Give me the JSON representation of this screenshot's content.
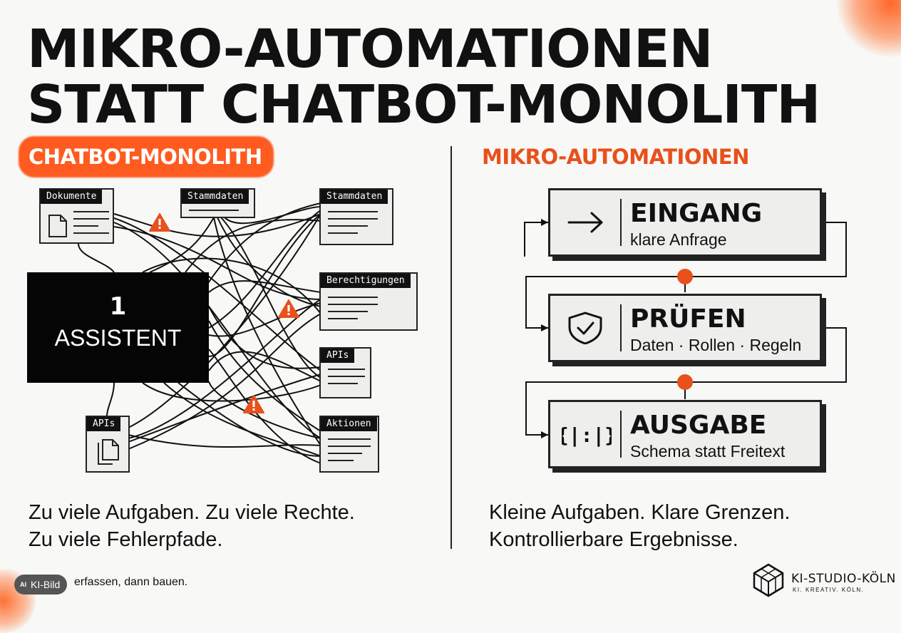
{
  "title": {
    "line1": "MIKRO-AUTOMATIONEN",
    "line2": "STATT CHATBOT-MONOLITH"
  },
  "colors": {
    "accent": "#e8501c",
    "ink": "#111111",
    "panel": "#eeeeec"
  },
  "left": {
    "heading": "CHATBOT-MONOLITH",
    "assistant": {
      "number": "1",
      "label": "ASSISTENT"
    },
    "nodes": [
      {
        "id": "dokumente",
        "label": "Dokumente",
        "icon": "document-icon"
      },
      {
        "id": "stammdaten-top",
        "label": "Stammdaten"
      },
      {
        "id": "stammdaten-right",
        "label": "Stammdaten"
      },
      {
        "id": "berechtigungen",
        "label": "Berechtigungen"
      },
      {
        "id": "apis-right",
        "label": "APIs"
      },
      {
        "id": "aktionen",
        "label": "Aktionen"
      },
      {
        "id": "apis-left",
        "label": "APIs",
        "icon": "documents-icon"
      }
    ],
    "caption": {
      "line1": "Zu viele Aufgaben. Zu viele Rechte.",
      "line2": "Zu viele Fehlerpfade."
    }
  },
  "right": {
    "heading": "MIKRO-AUTOMATIONEN",
    "steps": [
      {
        "title": "EINGANG",
        "subtitle": "klare Anfrage",
        "icon": "arrow-right-icon"
      },
      {
        "title": "PRÜFEN",
        "subtitle": "Daten · Rollen · Regeln",
        "icon": "shield-check-icon"
      },
      {
        "title": "AUSGABE",
        "subtitle": "Schema statt Freitext",
        "icon": "code-braces-icon",
        "icon_text": "{|:|}"
      }
    ],
    "caption": {
      "line1": "Kleine Aufgaben. Klare Grenzen.",
      "line2": "Kontrollierbare Ergebnisse."
    }
  },
  "footer": {
    "badge": "KI-Bild",
    "badge_prefix": "AI",
    "tagline": "erfassen, dann bauen.",
    "brand_name": "KI-STUDIO-KÖLN",
    "brand_sub": "KI. KREATIV. KÖLN."
  }
}
